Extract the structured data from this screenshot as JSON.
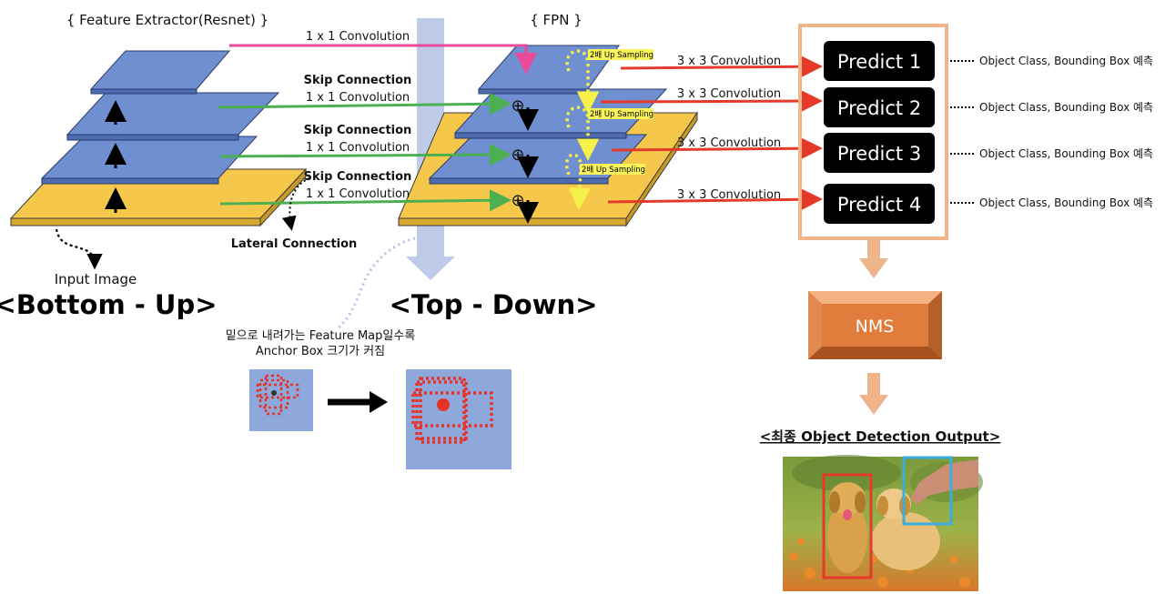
{
  "titles": {
    "feature_extractor": "{ Feature Extractor(Resnet) }",
    "fpn": "{ FPN }",
    "bottom_up": "<Bottom - Up>",
    "top_down": "<Top - Down>"
  },
  "connections": {
    "conv1x1": "1 x 1 Convolution",
    "skip": "Skip Connection",
    "lateral": "Lateral Connection",
    "up_sampling": "2배 Up Sampling",
    "conv3x3": "3 x 3 Convolution",
    "plus_symbol": "⊕"
  },
  "input_image": "Input Image",
  "anchor_note": {
    "line1": "밑으로 내려가는 Feature Map일수록",
    "line2": "Anchor Box 크기가 커짐"
  },
  "predict": [
    "Predict 1",
    "Predict 2",
    "Predict 3",
    "Predict 4"
  ],
  "predict_output": "Object Class, Bounding Box 예측",
  "nms": "NMS",
  "final_output_title": "<최종 Object Detection Output>",
  "colors": {
    "layer_blue": "#6f8fd1",
    "layer_yellow": "#f5c84c",
    "skip_green": "#4caf50",
    "conv_magenta": "#e94a9a",
    "conv3_red": "#e53a2a",
    "upsample_yellow": "#f5f04a",
    "predict_box_border": "#f0b48a",
    "nms_orange": "#e07c3c",
    "anchor_bg": "#8fa8db",
    "anchor_red": "#e5332a"
  }
}
